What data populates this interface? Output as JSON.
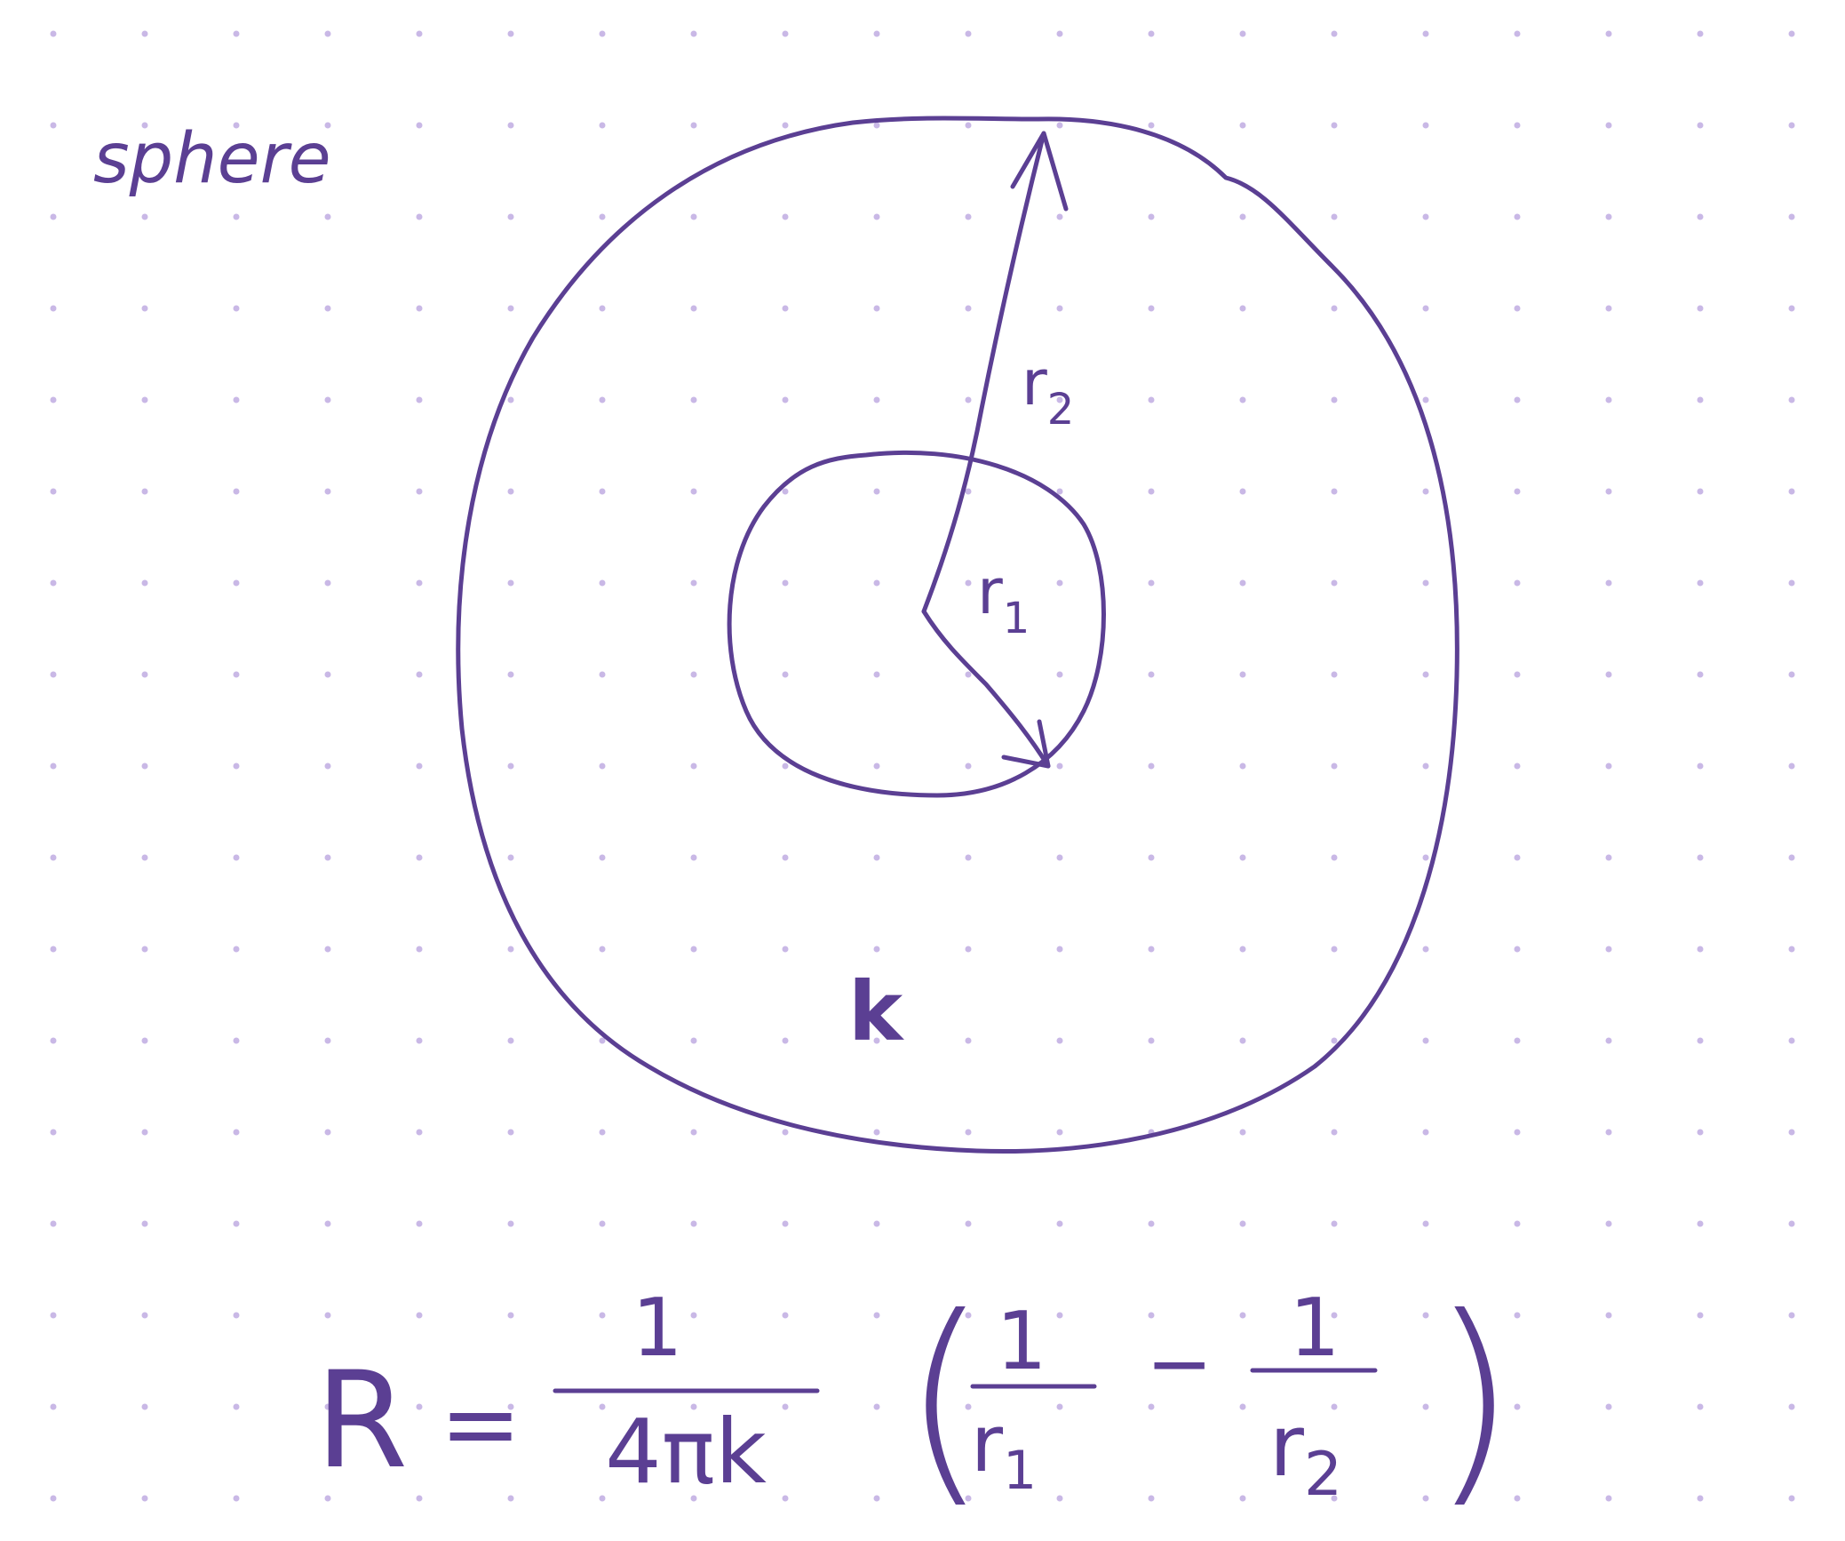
{
  "title": "sphere",
  "labels": {
    "inner_radius": "r",
    "inner_radius_sub": "1",
    "outer_radius": "r",
    "outer_radius_sub": "2",
    "conductivity": "k"
  },
  "equation": {
    "lhs": "R",
    "equals": "=",
    "frac1_num": "1",
    "frac1_den": "4πk",
    "lparen": "(",
    "frac2_num": "1",
    "frac2_den": "r",
    "frac2_den_sub": "1",
    "minus": "−",
    "frac3_num": "1",
    "frac3_den": "r",
    "frac3_den_sub": "2",
    "rparen": ")"
  },
  "colors": {
    "ink": "#5b3f93",
    "grid_dot": "#c9b8e6",
    "paper": "#ffffff"
  }
}
